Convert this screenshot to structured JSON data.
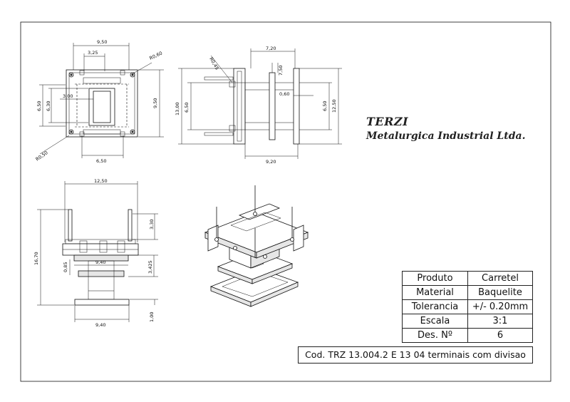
{
  "company": {
    "name": "TERZI",
    "full_name": "Metalurgica Industrial Ltda."
  },
  "title_block": {
    "rows": [
      {
        "label": "Produto",
        "value": "Carretel"
      },
      {
        "label": "Material",
        "value": "Baquelite"
      },
      {
        "label": "Tolerancia",
        "value": "+/- 0.20mm"
      },
      {
        "label": "Escala",
        "value": "3:1"
      },
      {
        "label": "Des. Nº",
        "value": "6"
      }
    ],
    "code": "Cod. TRZ 13.004.2 E 13 04 terminais com divisao"
  },
  "dimensions": {
    "top_view": {
      "width_top": "9,50",
      "slot": "3,25",
      "corner_radius": "R0,60",
      "outer_height_left": "6,50",
      "inner_height_left": "6,30",
      "window": "3,00",
      "height_right": "9,50",
      "width_bottom": "6,50",
      "corner_radius_bottom": "R0,50"
    },
    "side_view": {
      "radius": "R0,45",
      "length_top": "7,20",
      "pin": "7,50",
      "total_height": "13,00",
      "inner_height": "6,50",
      "gap": "0,60",
      "right_inner": "6,50",
      "right_total": "12,50",
      "length_bottom": "9,20"
    },
    "front_view": {
      "width_top": "12,50",
      "pin_height": "3,30",
      "total_height": "16,70",
      "small": "0,85",
      "middle_width": "9,40",
      "middle_height": "3,425",
      "base_width": "9,40",
      "base_thickness": "1,00"
    }
  }
}
